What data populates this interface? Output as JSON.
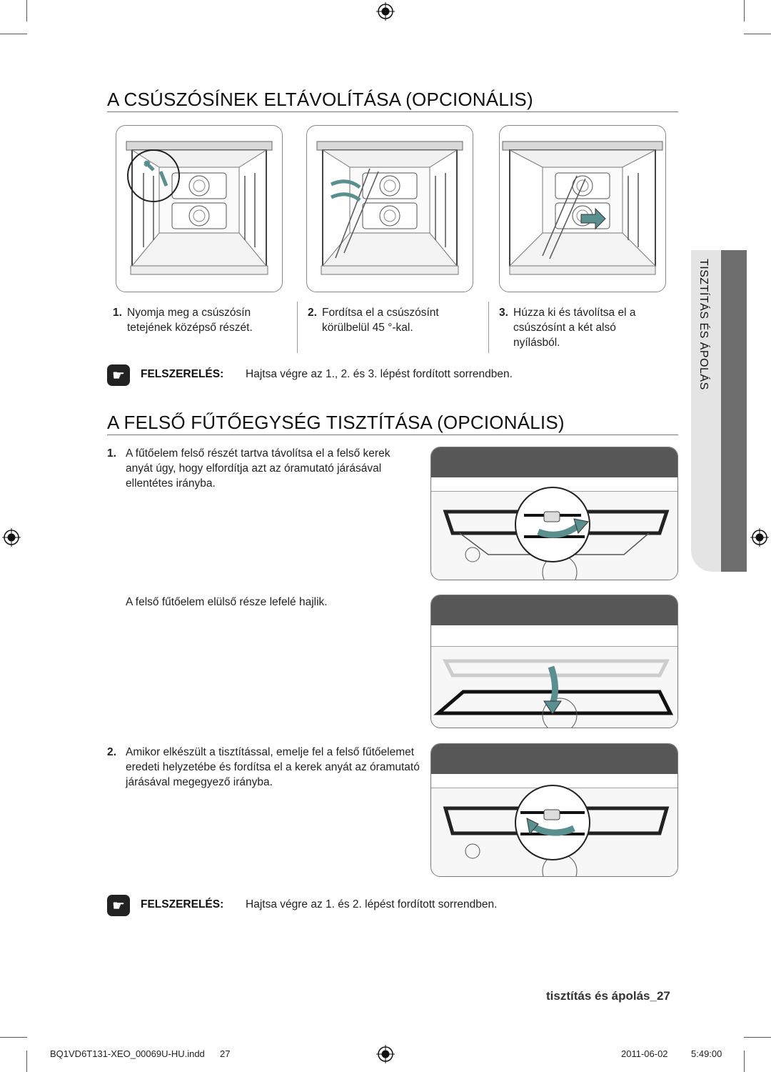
{
  "section1": {
    "title": "A CSÚSZÓSÍNEK ELTÁVOLÍTÁSA (OPCIONÁLIS)",
    "steps": [
      {
        "num": "1.",
        "text": "Nyomja meg a csúszósín tetejének középső részét."
      },
      {
        "num": "2.",
        "text": "Fordítsa el a csúszósínt körülbelül 45 °-kal."
      },
      {
        "num": "3.",
        "text": "Húzza ki és távolítsa el a csúszósínt a két alsó nyílásból."
      }
    ],
    "note": {
      "label": "FELSZERELÉS:",
      "text": "Hajtsa végre az 1., 2. és 3. lépést fordított sorrendben."
    }
  },
  "section2": {
    "title": "A FELSŐ FŰTŐEGYSÉG TISZTÍTÁSA (OPCIONÁLIS)",
    "step1": {
      "num": "1.",
      "text": "A fűtőelem felső részét tartva távolítsa el a felső kerek anyát úgy, hogy elfordítja azt az óramutató járásával ellentétes irányba."
    },
    "caption": "A felső fűtőelem elülső része lefelé hajlik.",
    "step2": {
      "num": "2.",
      "text": "Amikor elkészült a tisztítással, emelje fel a felső fűtőelemet eredeti helyzetébe és fordítsa el a kerek anyát az óramutató járásával megegyező irányba."
    },
    "note": {
      "label": "FELSZERELÉS:",
      "text": "Hajtsa végre az 1. és 2. lépést fordított sorrendben."
    }
  },
  "side_tab": {
    "label": "TISZTÍTÁS ÉS ÁPOLÁS"
  },
  "page_label": "tisztítás és ápolás_27",
  "print_footer": {
    "file": "BQ1VD6T131-XEO_00069U-HU.indd",
    "page": "27",
    "date": "2011-06-02",
    "time": "5:49:00"
  },
  "icons": [
    "registration-mark-icon",
    "pointing-hand-icon"
  ],
  "colors": {
    "tab_dark": "#6e6e6e",
    "tab_light": "#e4e4e4",
    "band": "#575757",
    "arrow": "#5a8f8f"
  }
}
